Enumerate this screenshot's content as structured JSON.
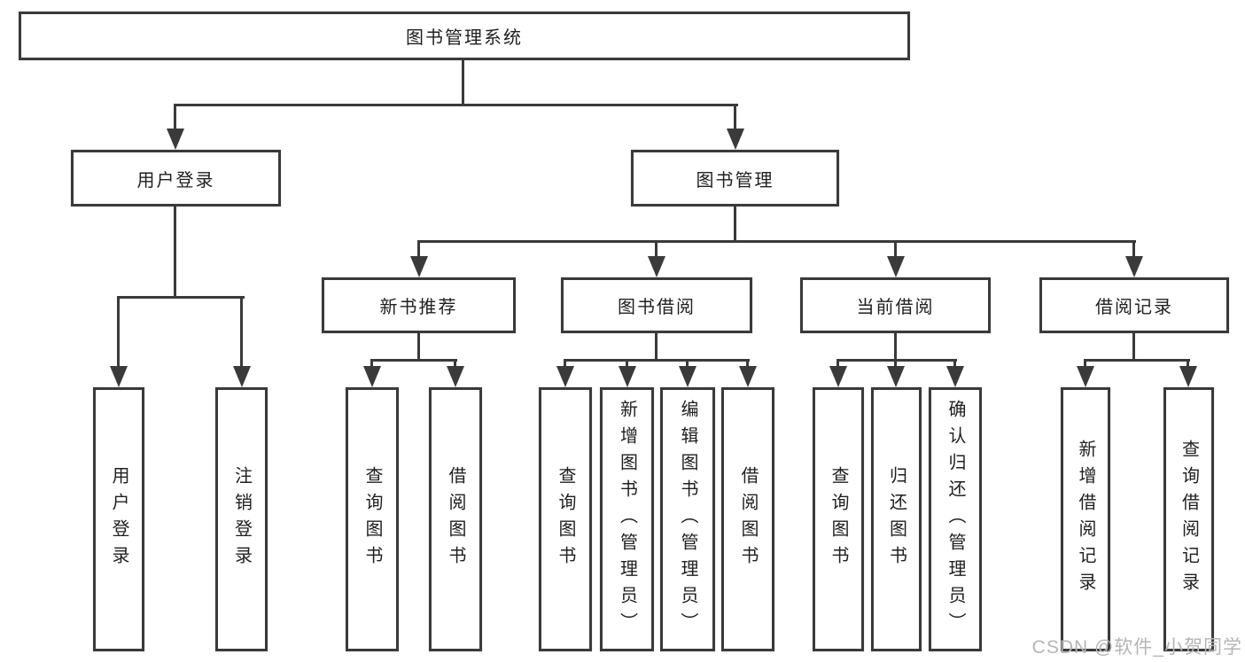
{
  "colors": {
    "line": "#3a3a3a",
    "box_border": "#3a3a3a",
    "text": "#1f1f1f",
    "watermark": "#b5b5b5",
    "background": "#ffffff"
  },
  "watermark": {
    "text": "CSDN @软件_小贺同学"
  },
  "tree": {
    "root": {
      "label": "图书管理系统",
      "children": [
        {
          "label": "用户登录",
          "children": [
            {
              "label": "用户登录"
            },
            {
              "label": "注销登录"
            }
          ]
        },
        {
          "label": "图书管理",
          "children": [
            {
              "label": "新书推荐",
              "children": [
                {
                  "label": "查询图书"
                },
                {
                  "label": "借阅图书"
                }
              ]
            },
            {
              "label": "图书借阅",
              "children": [
                {
                  "label": "查询图书"
                },
                {
                  "label": "新增图书（管理员）"
                },
                {
                  "label": "编辑图书（管理员）"
                },
                {
                  "label": "借阅图书"
                }
              ]
            },
            {
              "label": "当前借阅",
              "children": [
                {
                  "label": "查询图书"
                },
                {
                  "label": "归还图书"
                },
                {
                  "label": "确认归还（管理员）"
                }
              ]
            },
            {
              "label": "借阅记录",
              "children": [
                {
                  "label": "新增借阅记录"
                },
                {
                  "label": "查询借阅记录"
                }
              ]
            }
          ]
        }
      ]
    }
  }
}
